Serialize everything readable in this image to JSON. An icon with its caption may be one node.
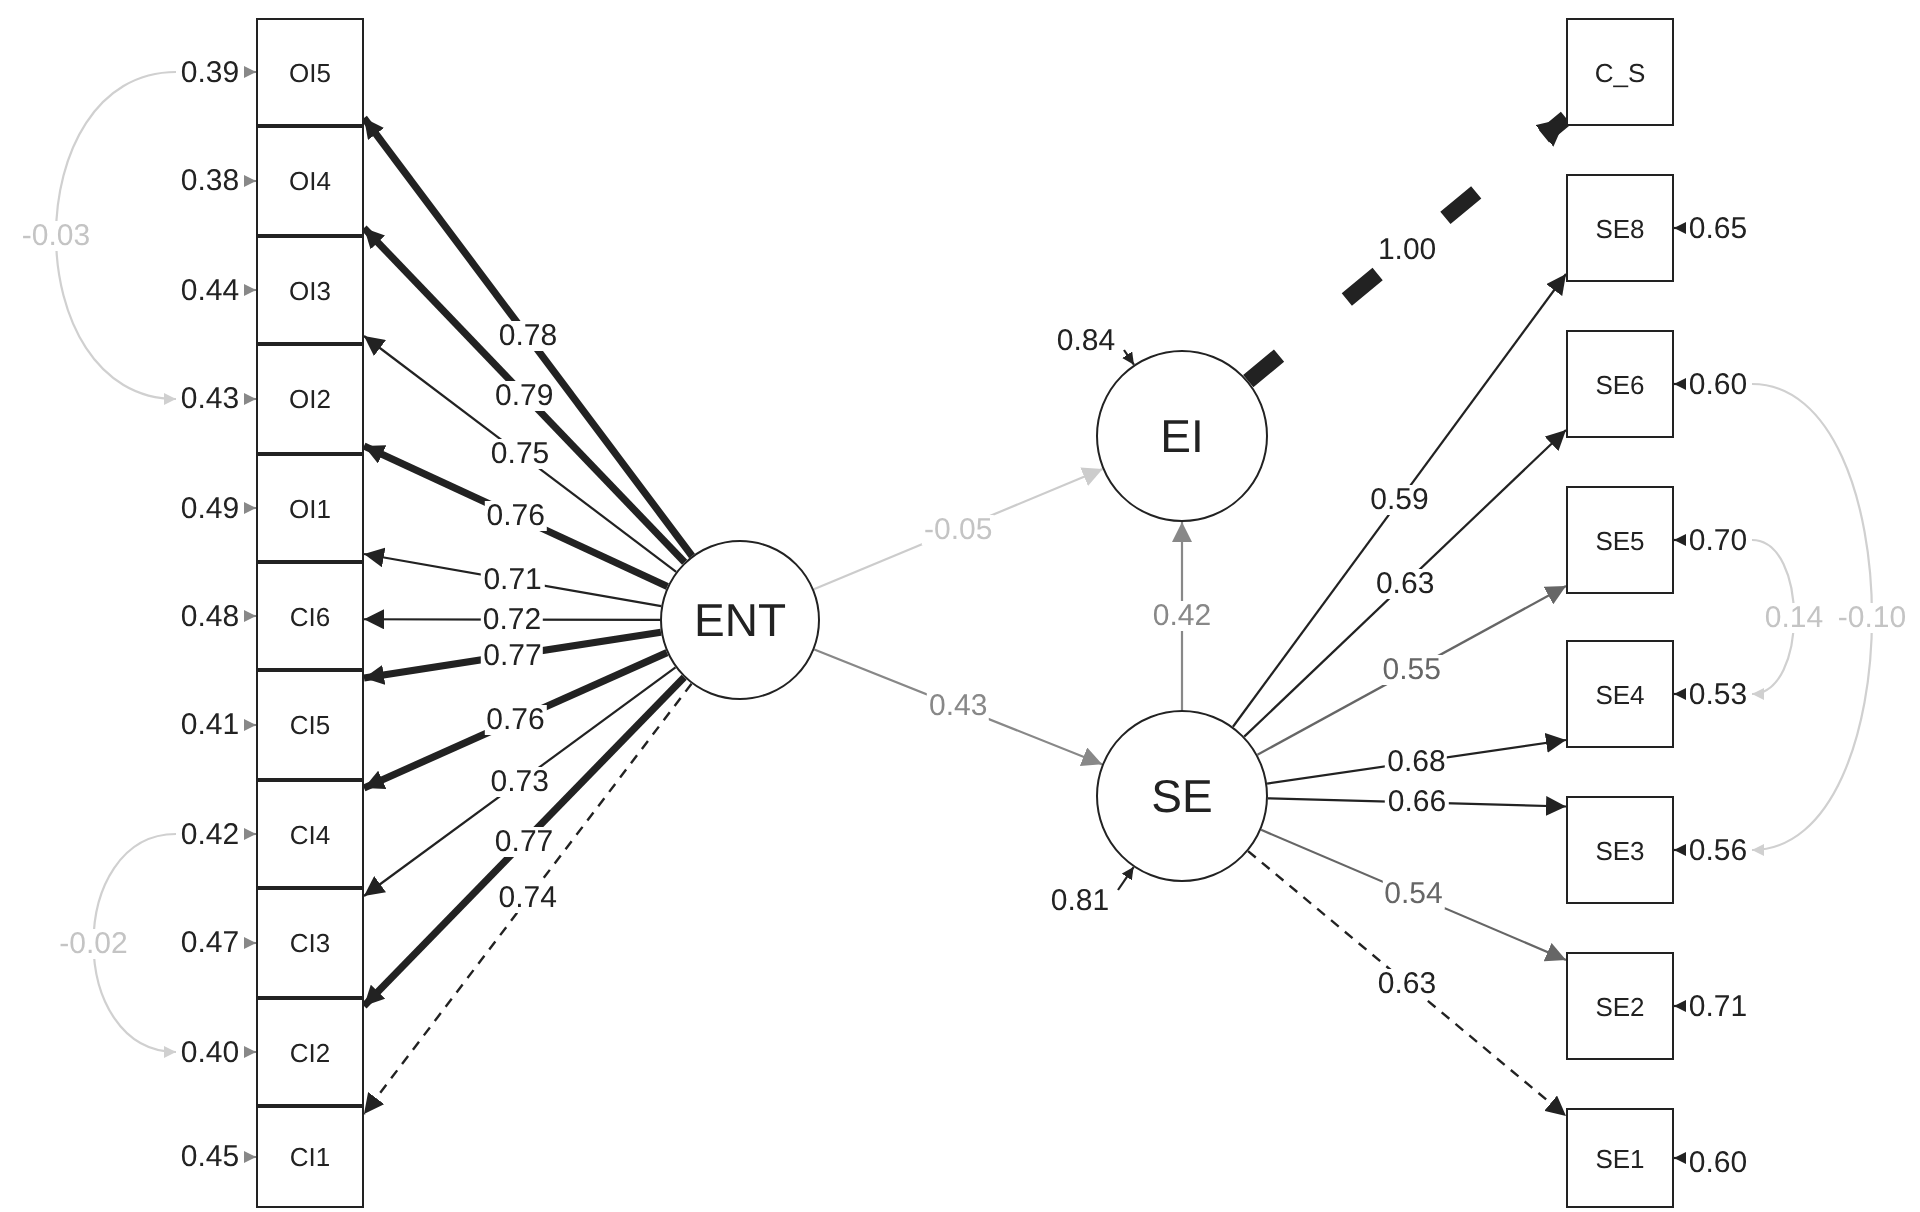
{
  "diagram": {
    "nodes": [
      {
        "text": [
          "OI5"
        ]
      },
      {
        "text": [
          "OI4"
        ]
      },
      {
        "text": [
          "OI3"
        ]
      },
      {
        "text": [
          "OI2"
        ]
      },
      {
        "text": [
          "OI1"
        ]
      },
      {
        "text": [
          "CI6"
        ]
      },
      {
        "text": [
          "CI5"
        ]
      },
      {
        "text": [
          "CI4"
        ]
      },
      {
        "text": [
          "CI3"
        ]
      },
      {
        "text": [
          "CI2"
        ]
      },
      {
        "text": [
          "CI1"
        ]
      },
      {
        "text": [
          "0.39"
        ]
      },
      {
        "text": [
          "0.38"
        ]
      },
      {
        "text": [
          "0.44"
        ]
      },
      {
        "text": [
          "0.43"
        ]
      },
      {
        "text": [
          "0.49"
        ]
      },
      {
        "text": [
          "0.48"
        ]
      },
      {
        "text": [
          "0.41"
        ]
      },
      {
        "text": [
          "0.42"
        ]
      },
      {
        "text": [
          "0.47"
        ]
      },
      {
        "text": [
          "0.40"
        ]
      },
      {
        "text": [
          "0.45"
        ]
      },
      {
        "text": [
          "ENT"
        ]
      },
      {
        "text": [
          "0.84"
        ]
      },
      {
        "text": [
          "EI"
        ]
      },
      {
        "text": [
          "SE"
        ]
      },
      {
        "text": [
          "0.81"
        ]
      },
      {
        "text": [
          "C_S"
        ]
      },
      {
        "text": [
          "SE8"
        ]
      },
      {
        "text": [
          "SE6"
        ]
      },
      {
        "text": [
          "SE5"
        ]
      },
      {
        "text": [
          "SE4"
        ]
      },
      {
        "text": [
          "SE3"
        ]
      },
      {
        "text": [
          "SE2"
        ]
      },
      {
        "text": [
          "SE1"
        ]
      },
      {
        "text": [
          "0.65"
        ]
      },
      {
        "text": [
          "0.60"
        ]
      },
      {
        "text": [
          "0.70"
        ]
      },
      {
        "text": [
          "0.53"
        ]
      },
      {
        "text": [
          "0.56"
        ]
      },
      {
        "text": [
          "0.71"
        ]
      },
      {
        "text": [
          "0.60"
        ]
      }
    ],
    "edges": [
      {
        "from": 22,
        "to": 0,
        "arrow": "to",
        "label": "0.78",
        "style": "thick"
      },
      {
        "from": 22,
        "to": 1,
        "arrow": "to",
        "label": "0.79",
        "style": "thick"
      },
      {
        "from": 22,
        "to": 2,
        "arrow": "to",
        "label": "0.75"
      },
      {
        "from": 22,
        "to": 3,
        "arrow": "to",
        "label": "0.76",
        "style": "thick"
      },
      {
        "from": 22,
        "to": 4,
        "arrow": "to",
        "label": "0.71"
      },
      {
        "from": 22,
        "to": 5,
        "arrow": "to",
        "label": "0.72"
      },
      {
        "from": 22,
        "to": 6,
        "arrow": "to",
        "label": "0.77",
        "style": "thick"
      },
      {
        "from": 22,
        "to": 7,
        "arrow": "to",
        "label": "0.76",
        "style": "thick"
      },
      {
        "from": 22,
        "to": 8,
        "arrow": "to",
        "label": "0.73"
      },
      {
        "from": 22,
        "to": 9,
        "arrow": "to",
        "label": "0.77",
        "style": "thick"
      },
      {
        "from": 22,
        "to": 10,
        "arrow": "to",
        "label": "0.74",
        "style": "dashed"
      },
      {
        "from": 22,
        "to": 24,
        "arrow": "to",
        "label": "-0.05",
        "color": "#cccccc"
      },
      {
        "from": 22,
        "to": 25,
        "arrow": "to",
        "label": "0.43",
        "color": "#888888"
      },
      {
        "from": 25,
        "to": 24,
        "arrow": "to",
        "label": "0.42",
        "color": "#888888"
      },
      {
        "from": 24,
        "to": 27,
        "arrow": "to",
        "label": "1.00",
        "style": "dashed"
      },
      {
        "from": 25,
        "to": 28,
        "arrow": "to",
        "label": "0.59"
      },
      {
        "from": 25,
        "to": 29,
        "arrow": "to",
        "label": "0.63"
      },
      {
        "from": 25,
        "to": 30,
        "arrow": "to",
        "label": "0.55",
        "color": "#666666"
      },
      {
        "from": 25,
        "to": 31,
        "arrow": "to",
        "label": "0.68"
      },
      {
        "from": 25,
        "to": 32,
        "arrow": "to",
        "label": "0.66"
      },
      {
        "from": 25,
        "to": 33,
        "arrow": "to",
        "label": "0.54",
        "color": "#666666"
      },
      {
        "from": 25,
        "to": 34,
        "arrow": "to",
        "label": "0.63",
        "style": "dashed"
      },
      {
        "from": 11,
        "to": 0,
        "arrow": "to",
        "color": "#888888"
      },
      {
        "from": 12,
        "to": 1,
        "arrow": "to",
        "color": "#888888"
      },
      {
        "from": 13,
        "to": 2,
        "arrow": "to",
        "color": "#888888"
      },
      {
        "from": 14,
        "to": 3,
        "arrow": "to",
        "color": "#888888"
      },
      {
        "from": 15,
        "to": 4,
        "arrow": "to",
        "color": "#888888"
      },
      {
        "from": 16,
        "to": 5,
        "arrow": "to",
        "color": "#888888"
      },
      {
        "from": 17,
        "to": 6,
        "arrow": "to",
        "color": "#888888"
      },
      {
        "from": 18,
        "to": 7,
        "arrow": "to",
        "color": "#888888"
      },
      {
        "from": 19,
        "to": 8,
        "arrow": "to",
        "color": "#888888"
      },
      {
        "from": 20,
        "to": 9,
        "arrow": "to",
        "color": "#888888"
      },
      {
        "from": 21,
        "to": 10,
        "arrow": "to",
        "color": "#888888"
      },
      {
        "from": 23,
        "to": 24,
        "arrow": "to"
      },
      {
        "from": 26,
        "to": 25,
        "arrow": "to"
      },
      {
        "from": 35,
        "to": 28,
        "arrow": "to"
      },
      {
        "from": 36,
        "to": 29,
        "arrow": "to"
      },
      {
        "from": 37,
        "to": 30,
        "arrow": "to"
      },
      {
        "from": 38,
        "to": 31,
        "arrow": "to"
      },
      {
        "from": 39,
        "to": 32,
        "arrow": "to"
      },
      {
        "from": 40,
        "to": 33,
        "arrow": "to"
      },
      {
        "from": 41,
        "to": 34,
        "arrow": "to"
      },
      {
        "from": 11,
        "to": 14,
        "arrow": "to",
        "label": "-0.03",
        "color": "#d0d0d0"
      },
      {
        "from": 18,
        "to": 20,
        "arrow": "to",
        "label": "-0.02",
        "color": "#d0d0d0"
      },
      {
        "from": 37,
        "to": 38,
        "arrow": "to",
        "label": "0.14",
        "color": "#d0d0d0"
      },
      {
        "from": 36,
        "to": 39,
        "arrow": "to",
        "label": "-0.10",
        "color": "#d0d0d0"
      }
    ]
  }
}
